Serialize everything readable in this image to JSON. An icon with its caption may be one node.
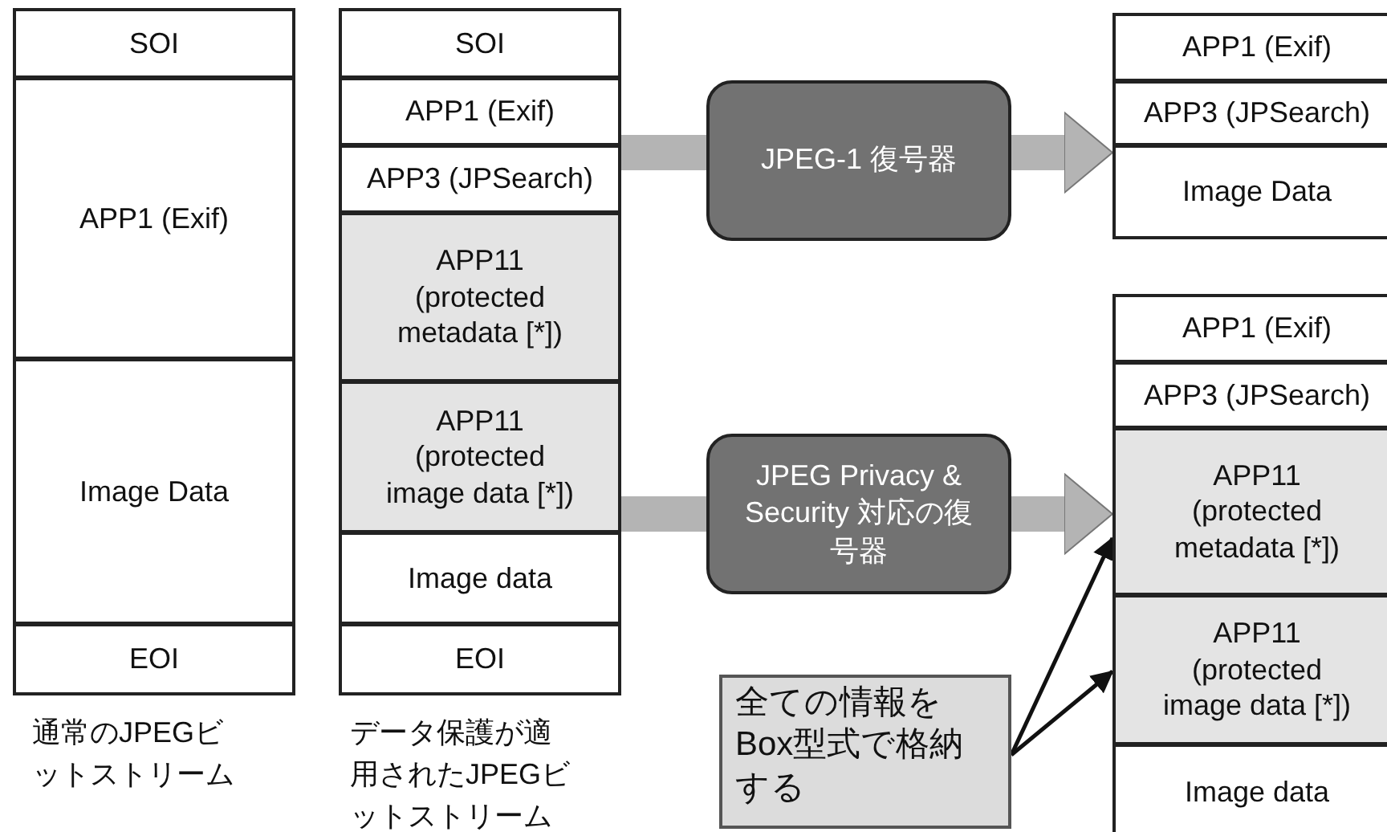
{
  "diagram": {
    "nodes": [
      {
        "text": [
          "SOI"
        ]
      },
      {
        "text": [
          "APP1 (Exif)"
        ]
      },
      {
        "text": [
          "Image Data"
        ]
      },
      {
        "text": [
          "EOI"
        ]
      },
      {
        "text": [
          "SOI"
        ]
      },
      {
        "text": [
          "APP1 (Exif)"
        ]
      },
      {
        "text": [
          "APP3 (JPSearch)"
        ]
      },
      {
        "text": [
          "APP11 (protected metadata [*])"
        ]
      },
      {
        "text": [
          "APP11 (protected image data [*])"
        ]
      },
      {
        "text": [
          "Image data"
        ]
      },
      {
        "text": [
          "EOI"
        ]
      },
      {
        "text": [
          "JPEG-1 復号器"
        ]
      },
      {
        "text": [
          "JPEG Privacy & Security 対応の復号器"
        ]
      },
      {
        "text": [
          "APP1 (Exif)"
        ]
      },
      {
        "text": [
          "APP3 (JPSearch)"
        ]
      },
      {
        "text": [
          "Image Data"
        ]
      },
      {
        "text": [
          "APP1 (Exif)"
        ]
      },
      {
        "text": [
          "APP3 (JPSearch)"
        ]
      },
      {
        "text": [
          "APP11 (protected metadata [*])"
        ]
      },
      {
        "text": [
          "APP11 (protected image data [*])"
        ]
      },
      {
        "text": [
          "Image data"
        ]
      },
      {
        "text": [
          "全ての情報をBox型式で格納する"
        ]
      }
    ],
    "edges": [
      {
        "from": 6,
        "to": 11,
        "arrow": "none"
      },
      {
        "from": 11,
        "to": 14,
        "arrow": "to"
      },
      {
        "from": 8,
        "to": 12,
        "arrow": "none"
      },
      {
        "from": 12,
        "to": 18,
        "arrow": "to"
      },
      {
        "from": 21,
        "to": 18,
        "arrow": "to",
        "color": "#111111"
      },
      {
        "from": 21,
        "to": 19,
        "arrow": "to",
        "color": "#111111"
      }
    ],
    "labels": [
      "通常のJPEGビットストリーム",
      "データ保護が適用されたJPEGビットストリーム"
    ]
  }
}
